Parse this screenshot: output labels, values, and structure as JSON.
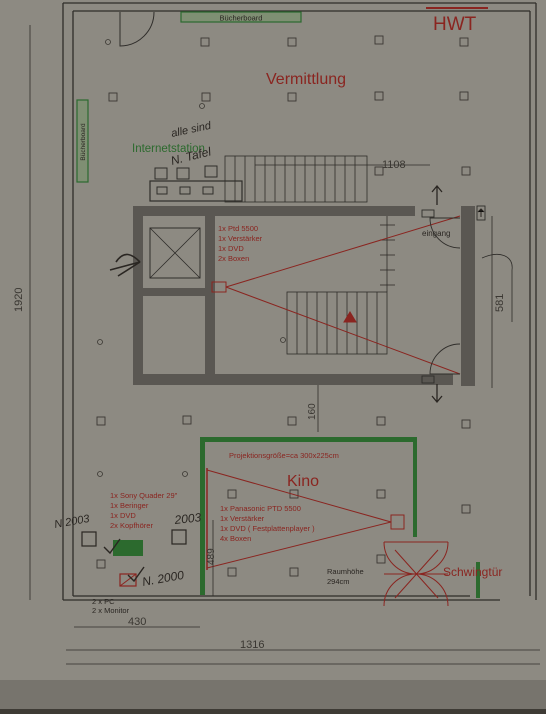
{
  "header": {
    "code": "HWT"
  },
  "rooms": {
    "vermittlung": "Vermittlung",
    "internet_station": "Internetstation",
    "eingang": "eingang",
    "kino": "Kino",
    "schwingtuer": "Schwingtür",
    "buecherboard_top": "Bücherboard",
    "buecherboard_left": "Bücherboard"
  },
  "dimensions": {
    "d1108": "1108",
    "d581": "581",
    "d160": "160",
    "d1920": "1920",
    "d489": "489",
    "d430": "430",
    "d1316": "1316"
  },
  "equipment_stair": [
    "1x Ptd 5500",
    "1x Verstärker",
    "1x DVD",
    "2x Boxen"
  ],
  "kino": {
    "projection": "Projektionsgröße=ca 300x225cm",
    "equipment": [
      "1x Panasonic PTD 5500",
      "1x Verstärker",
      "1x DVD  ( Festplattenplayer )",
      "4x Boxen"
    ],
    "room_height_label": "Raumhöhe",
    "room_height_value": "294cm"
  },
  "left_equipment": [
    "1x Sony Quader 29\"",
    "1x Beringer",
    "1x DVD",
    "2x Kopfhörer"
  ],
  "bottom_notes": [
    "2 x PC",
    "2 x Monitor"
  ],
  "handwritten": {
    "note_top_1": "alle sind",
    "note_top_2": "N. Tafel",
    "n2003_left": "N 2003",
    "n2003_right": "2003",
    "n2000": "N. 2000"
  },
  "colors": {
    "paper": "#8d8a82",
    "line": "#2f2d2a",
    "wall": "#5a5752",
    "red": "#8a2520",
    "green": "#2c6a2e",
    "ink": "#2a2622"
  }
}
